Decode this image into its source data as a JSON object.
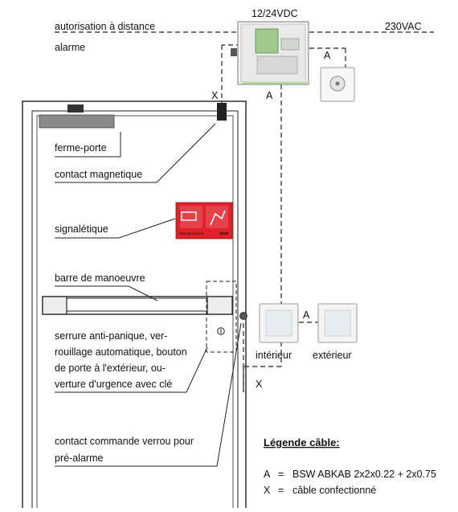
{
  "top": {
    "remote_auth": "autorisation à distance",
    "alarm": "alarme",
    "power_low": "12/24VDC",
    "power_high": "230VAC"
  },
  "cables": {
    "a": "A",
    "x": "X"
  },
  "callouts": {
    "door_closer": "ferme-porte",
    "magnetic_contact": "contact magnetique",
    "signage": "signalétique",
    "operating_bar": "barre de manoeuvre",
    "lock_desc_1": "serrure anti-panique, ver-",
    "lock_desc_2": "rouillage automatique, bouton",
    "lock_desc_3": "de porte à l'extérieur, ou-",
    "lock_desc_4": "verture d'urgence avec clé",
    "prealarm_1": "contact commande verrou pour",
    "prealarm_2": "pré-alarme"
  },
  "keypads": {
    "inside": "intérieur",
    "outside": "extérieur"
  },
  "sign": {
    "caption": "Alarmgesichert!",
    "brand": "BSW"
  },
  "legend": {
    "title": "Légende câble:",
    "a_key": "A",
    "a_eq": "=",
    "a_desc": "BSW ABKAB 2x2x0.22 + 2x0.75",
    "x_key": "X",
    "x_eq": "=",
    "x_desc": "câble confectionné"
  },
  "colors": {
    "sign_red": "#e0202a",
    "panel_green": "#b9dba6",
    "door_closer_gray": "#8a8a8a"
  }
}
